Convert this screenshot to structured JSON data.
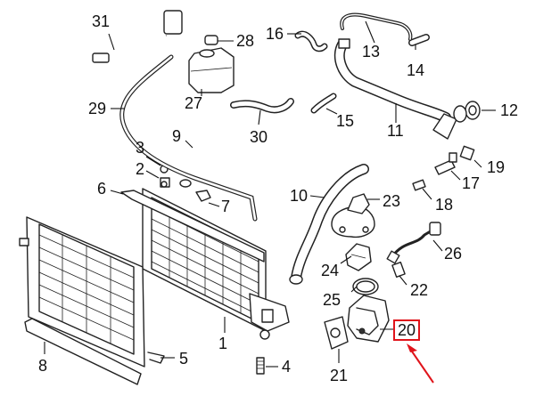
{
  "callouts": [
    {
      "id": "p1",
      "text": "1"
    },
    {
      "id": "p2",
      "text": "2"
    },
    {
      "id": "p3",
      "text": "3"
    },
    {
      "id": "p4",
      "text": "4"
    },
    {
      "id": "p5",
      "text": "5"
    },
    {
      "id": "p6",
      "text": "6"
    },
    {
      "id": "p7",
      "text": "7"
    },
    {
      "id": "p8",
      "text": "8"
    },
    {
      "id": "p9",
      "text": "9"
    },
    {
      "id": "p10",
      "text": "10"
    },
    {
      "id": "p11",
      "text": "11"
    },
    {
      "id": "p12",
      "text": "12"
    },
    {
      "id": "p13",
      "text": "13"
    },
    {
      "id": "p14",
      "text": "14"
    },
    {
      "id": "p15",
      "text": "15"
    },
    {
      "id": "p16",
      "text": "16"
    },
    {
      "id": "p17",
      "text": "17"
    },
    {
      "id": "p18",
      "text": "18"
    },
    {
      "id": "p19",
      "text": "19"
    },
    {
      "id": "p20",
      "text": "20",
      "highlighted": true
    },
    {
      "id": "p21",
      "text": "21"
    },
    {
      "id": "p22",
      "text": "22"
    },
    {
      "id": "p23",
      "text": "23"
    },
    {
      "id": "p24",
      "text": "24"
    },
    {
      "id": "p25",
      "text": "25"
    },
    {
      "id": "p26",
      "text": "26"
    },
    {
      "id": "p27",
      "text": "27"
    },
    {
      "id": "p28",
      "text": "28"
    },
    {
      "id": "p29",
      "text": "29"
    },
    {
      "id": "p30",
      "text": "30"
    },
    {
      "id": "p31",
      "text": "31"
    }
  ],
  "colors": {
    "line": "#222222",
    "highlight": "#e0141b",
    "background": "#ffffff"
  }
}
